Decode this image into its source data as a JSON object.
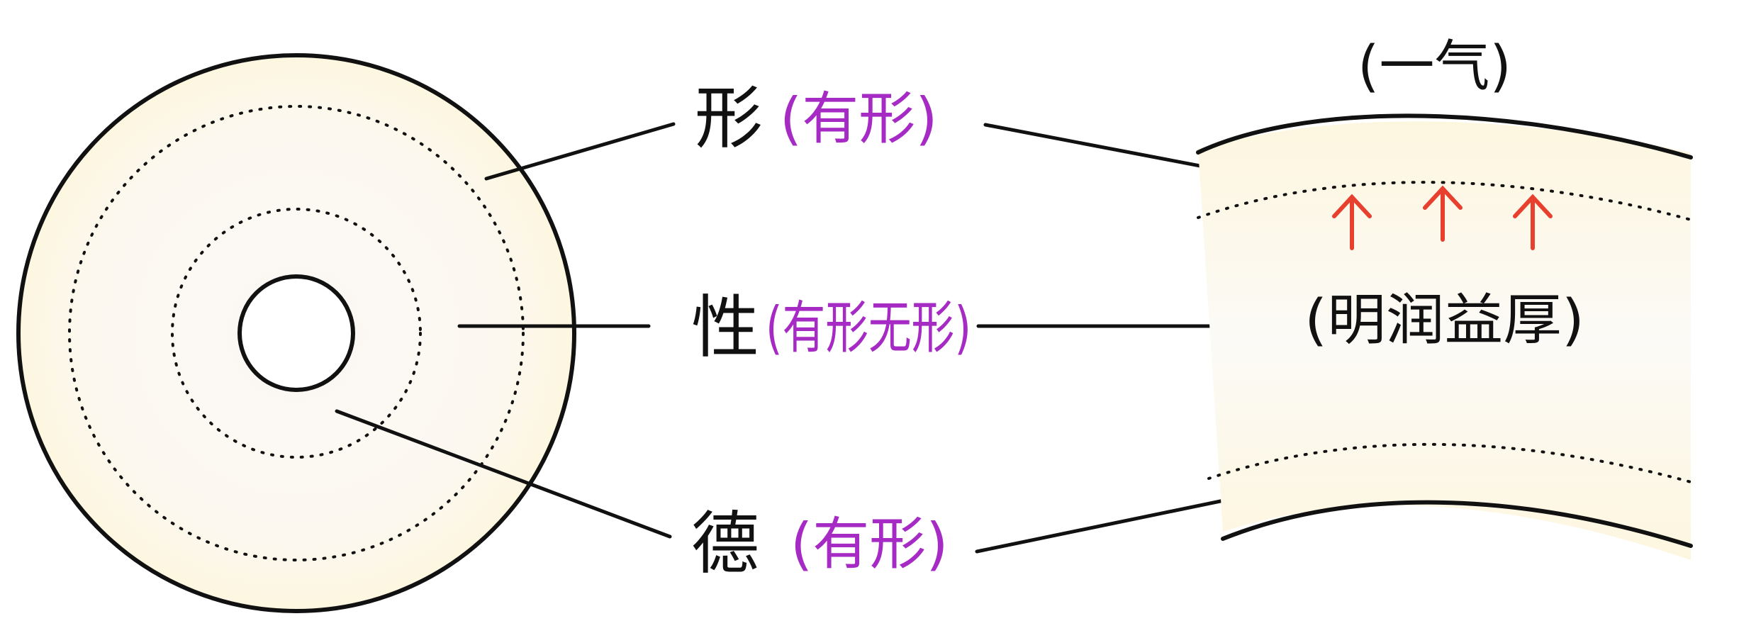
{
  "labels": {
    "form": {
      "main": "形",
      "note": "(有形)"
    },
    "nature": {
      "main": "性",
      "note": "(有形无形)"
    },
    "virtue": {
      "main": "德",
      "note": "(有形)"
    }
  },
  "right_panel": {
    "top_label": "(一气)",
    "middle_label": "(明润益厚)"
  },
  "colors": {
    "ink": "#111111",
    "accent_purple": "#a62bc4",
    "arrow_red": "#e8402f",
    "fill_cream": "#fdfaf2"
  },
  "icons": [
    "arrow-up-icon",
    "arrow-up-icon",
    "arrow-up-icon"
  ]
}
